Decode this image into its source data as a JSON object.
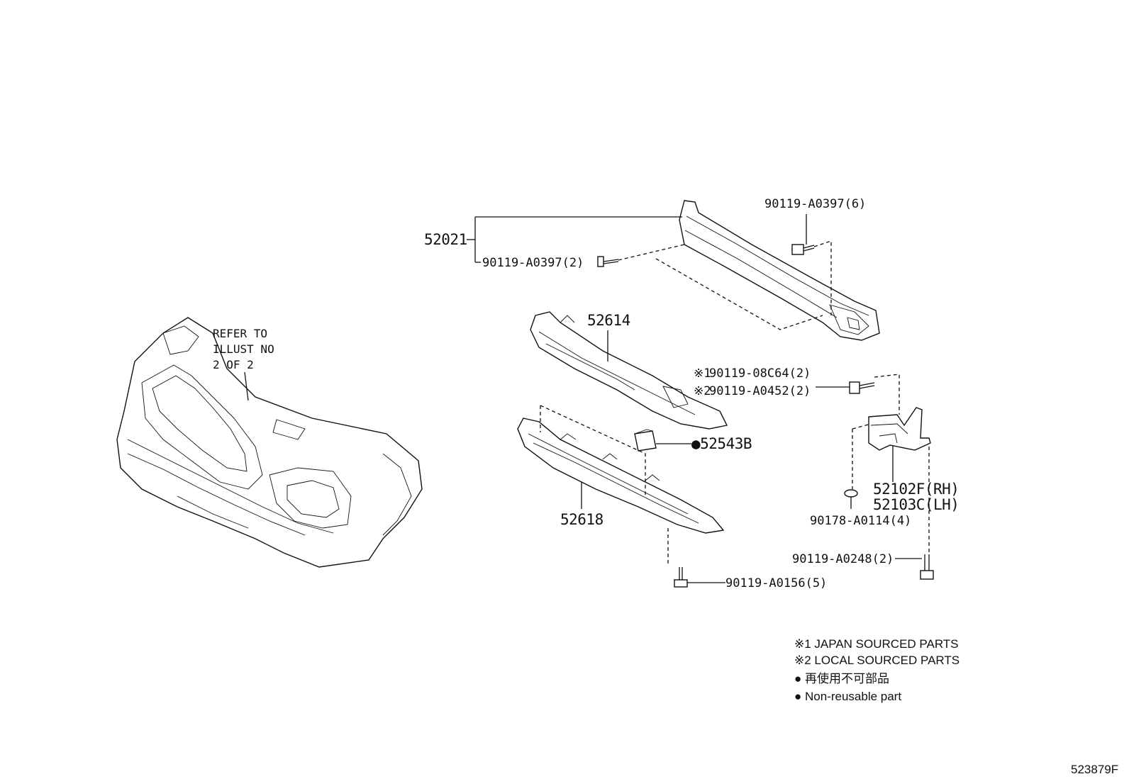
{
  "callouts": {
    "p52021": "52021",
    "bolt_reinf_2": "90119-A0397(2)",
    "bolt_reinf_6": "90119-A0397(6)",
    "p52614": "52614",
    "m1": "※1",
    "m2": "※2",
    "bolt_jp": "90119-08C64(2)",
    "bolt_local": "90119-A0452(2)",
    "p52543b": "●52543B",
    "p52618": "52618",
    "p52102f": "52102F(RH)",
    "p52103c": "52103C(LH)",
    "clip": "90178-A0114(4)",
    "bolt_bracket": "90119-A0248(2)",
    "bolt_under": "90119-A0156(5)"
  },
  "refer_note": {
    "line1": "REFER TO",
    "line2": "ILLUST NO",
    "line3": "2 OF 2"
  },
  "legend": {
    "l1": "※1 JAPAN SOURCED PARTS",
    "l2": "※2 LOCAL SOURCED PARTS",
    "l3": "● 再使用不可部品",
    "l4": "● Non-reusable part"
  },
  "diagram_id": "523879F"
}
